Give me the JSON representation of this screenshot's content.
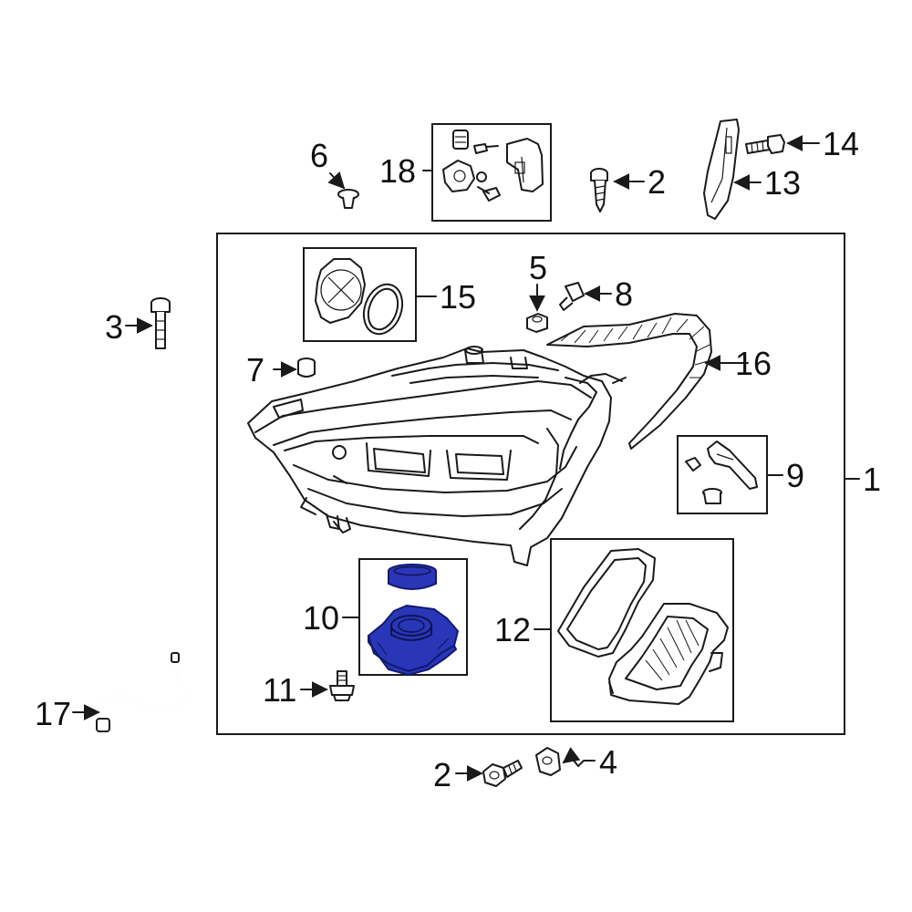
{
  "diagram": {
    "highlight_color": "#2a36b8",
    "highlight_dark": "#121a6e",
    "labels": {
      "c1": "1",
      "c2_top": "2",
      "c2_bottom": "2",
      "c3": "3",
      "c4": "4",
      "c5": "5",
      "c6": "6",
      "c7": "7",
      "c8": "8",
      "c9": "9",
      "c10": "10",
      "c11": "11",
      "c12": "12",
      "c13": "13",
      "c14": "14",
      "c15": "15",
      "c16": "16",
      "c17": "17",
      "c18": "18"
    }
  }
}
